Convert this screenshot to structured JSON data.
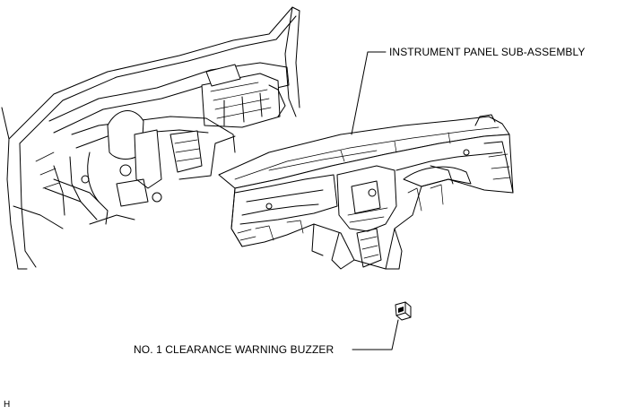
{
  "labels": {
    "instrument_panel": "INSTRUMENT PANEL SUB-ASSEMBLY",
    "buzzer": "NO. 1 CLEARANCE WARNING BUZZER",
    "corner_mark": "H"
  },
  "colors": {
    "ink": "#000000",
    "background": "#ffffff"
  }
}
